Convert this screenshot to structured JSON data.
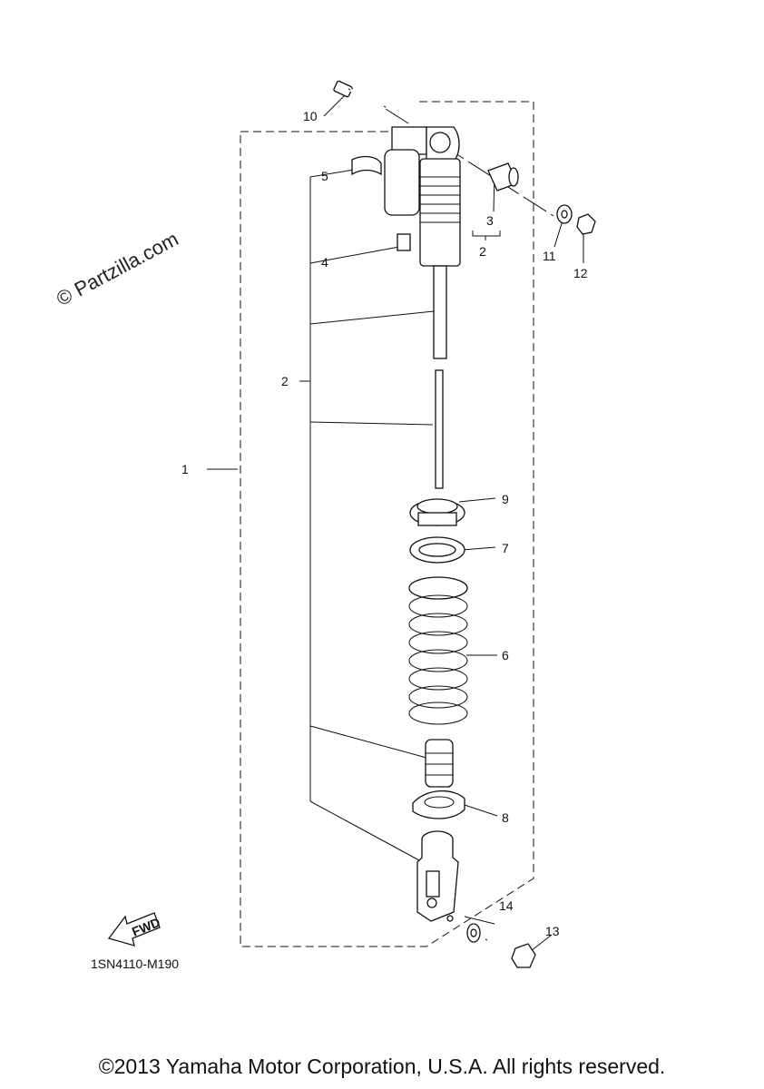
{
  "watermark": "© Partzilla.com",
  "diagram_code": "1SN4110-M190",
  "fwd_label": "FWD",
  "copyright": "©2013 Yamaha Motor Corporation, U.S.A. All rights reserved.",
  "callouts": [
    {
      "id": "1",
      "text": "1"
    },
    {
      "id": "2",
      "text": "2"
    },
    {
      "id": "2b",
      "text": "2"
    },
    {
      "id": "3",
      "text": "3"
    },
    {
      "id": "4",
      "text": "4"
    },
    {
      "id": "5",
      "text": "5"
    },
    {
      "id": "6",
      "text": "6"
    },
    {
      "id": "7",
      "text": "7"
    },
    {
      "id": "8",
      "text": "8"
    },
    {
      "id": "9",
      "text": "9"
    },
    {
      "id": "10",
      "text": "10"
    },
    {
      "id": "11",
      "text": "11"
    },
    {
      "id": "12",
      "text": "12"
    },
    {
      "id": "13",
      "text": "13"
    },
    {
      "id": "14",
      "text": "14"
    }
  ]
}
